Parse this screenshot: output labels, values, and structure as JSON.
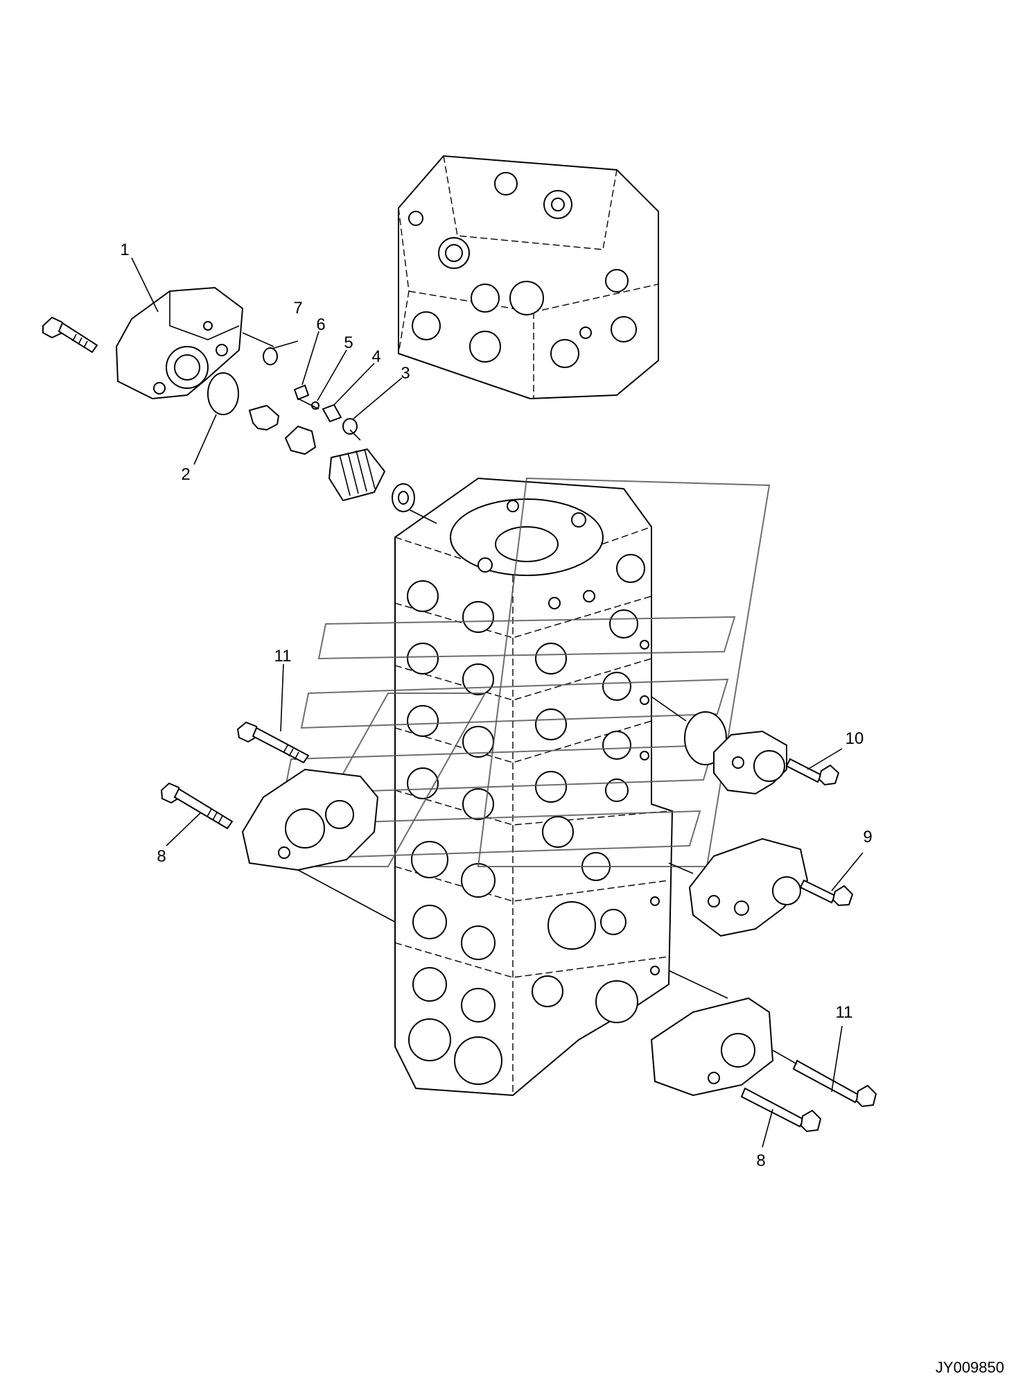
{
  "diagram": {
    "drawing_code": "JY009850",
    "callouts": [
      {
        "id": "c1",
        "label": "1"
      },
      {
        "id": "c2",
        "label": "2"
      },
      {
        "id": "c3",
        "label": "3"
      },
      {
        "id": "c4",
        "label": "4"
      },
      {
        "id": "c5",
        "label": "5"
      },
      {
        "id": "c6",
        "label": "6"
      },
      {
        "id": "c7",
        "label": "7"
      },
      {
        "id": "c8a",
        "label": "8"
      },
      {
        "id": "c8b",
        "label": "8"
      },
      {
        "id": "c9",
        "label": "9"
      },
      {
        "id": "c10",
        "label": "10"
      },
      {
        "id": "c11a",
        "label": "11"
      },
      {
        "id": "c11b",
        "label": "11"
      }
    ]
  }
}
